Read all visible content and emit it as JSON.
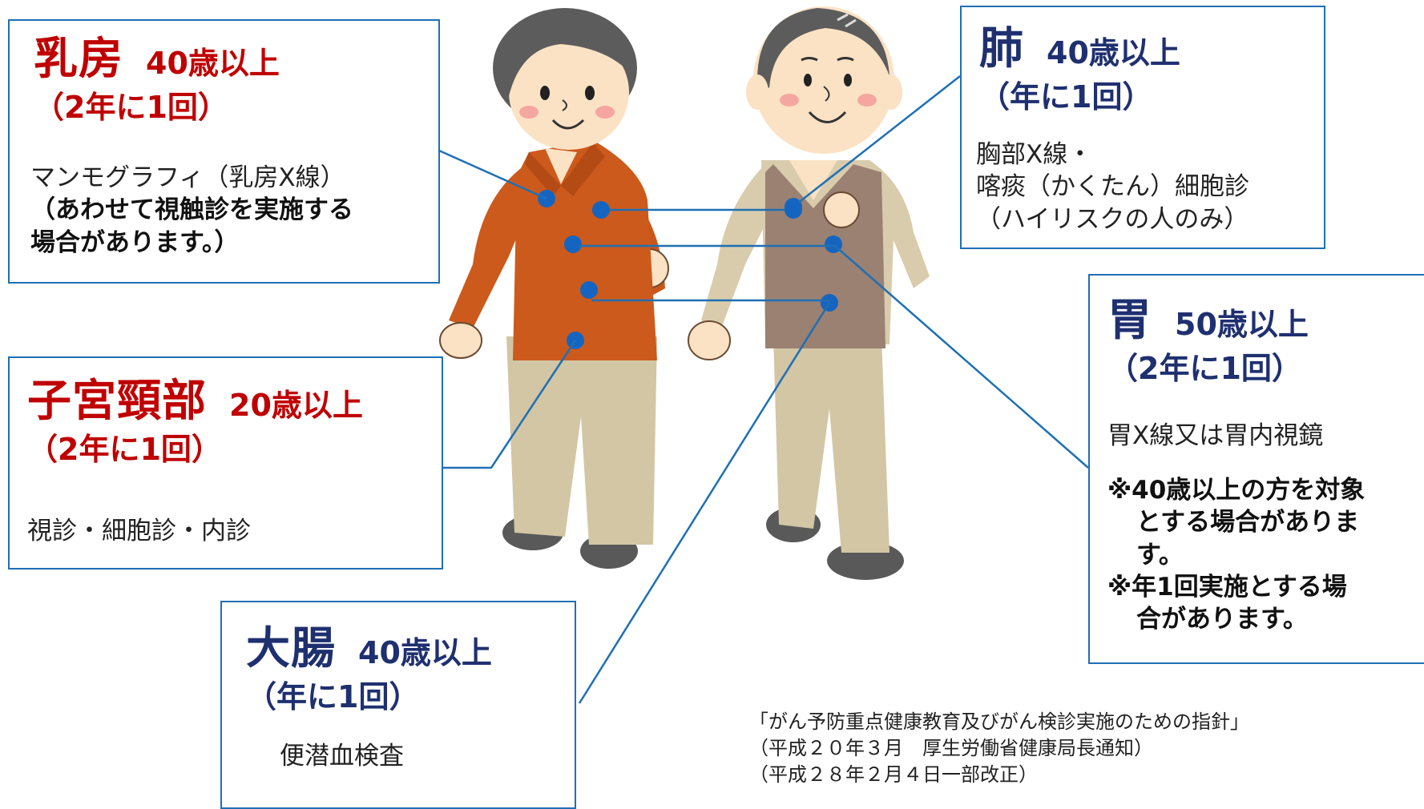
{
  "breast": {
    "organ": "乳房",
    "age": "40歳以上",
    "freq": "（2年に1回）",
    "method": "マンモグラフィ（乳房X線）",
    "note_line1": "（あわせて視触診を実施する",
    "note_line2": "場合があります。）"
  },
  "cervix": {
    "organ": "子宮頸部",
    "age": "20歳以上",
    "freq": "（2年に1回）",
    "method": "視診・細胞診・内診"
  },
  "colon": {
    "organ": "大腸",
    "age": "40歳以上",
    "freq": "（年に1回）",
    "method": "便潜血検査"
  },
  "lung": {
    "organ": "肺",
    "age": "40歳以上",
    "freq": "（年に1回）",
    "method_line1": "胸部X線・",
    "method_line2": "喀痰（かくたん）細胞診",
    "method_line3": "（ハイリスクの人のみ）"
  },
  "stomach": {
    "organ": "胃",
    "age": "50歳以上",
    "freq": "（2年に1回）",
    "method": "胃X線又は胃内視鏡",
    "note1_line1": "※40歳以上の方を対象",
    "note1_line2": "とする場合がありま",
    "note1_line3": "す。",
    "note2_line1": "※年1回実施とする場",
    "note2_line2": "合があります。"
  },
  "source": {
    "line1": "「がん予防重点健康教育及びがん検診実施のための指針」",
    "line2": "（平成２０年３月　厚生労働省健康局長通知）",
    "line3": "（平成２８年２月４日一部改正）"
  },
  "colors": {
    "accent_red": "#c00000",
    "accent_navy": "#1f3070",
    "border_blue": "#1f6fb5",
    "dot_blue": "#1565c0"
  }
}
